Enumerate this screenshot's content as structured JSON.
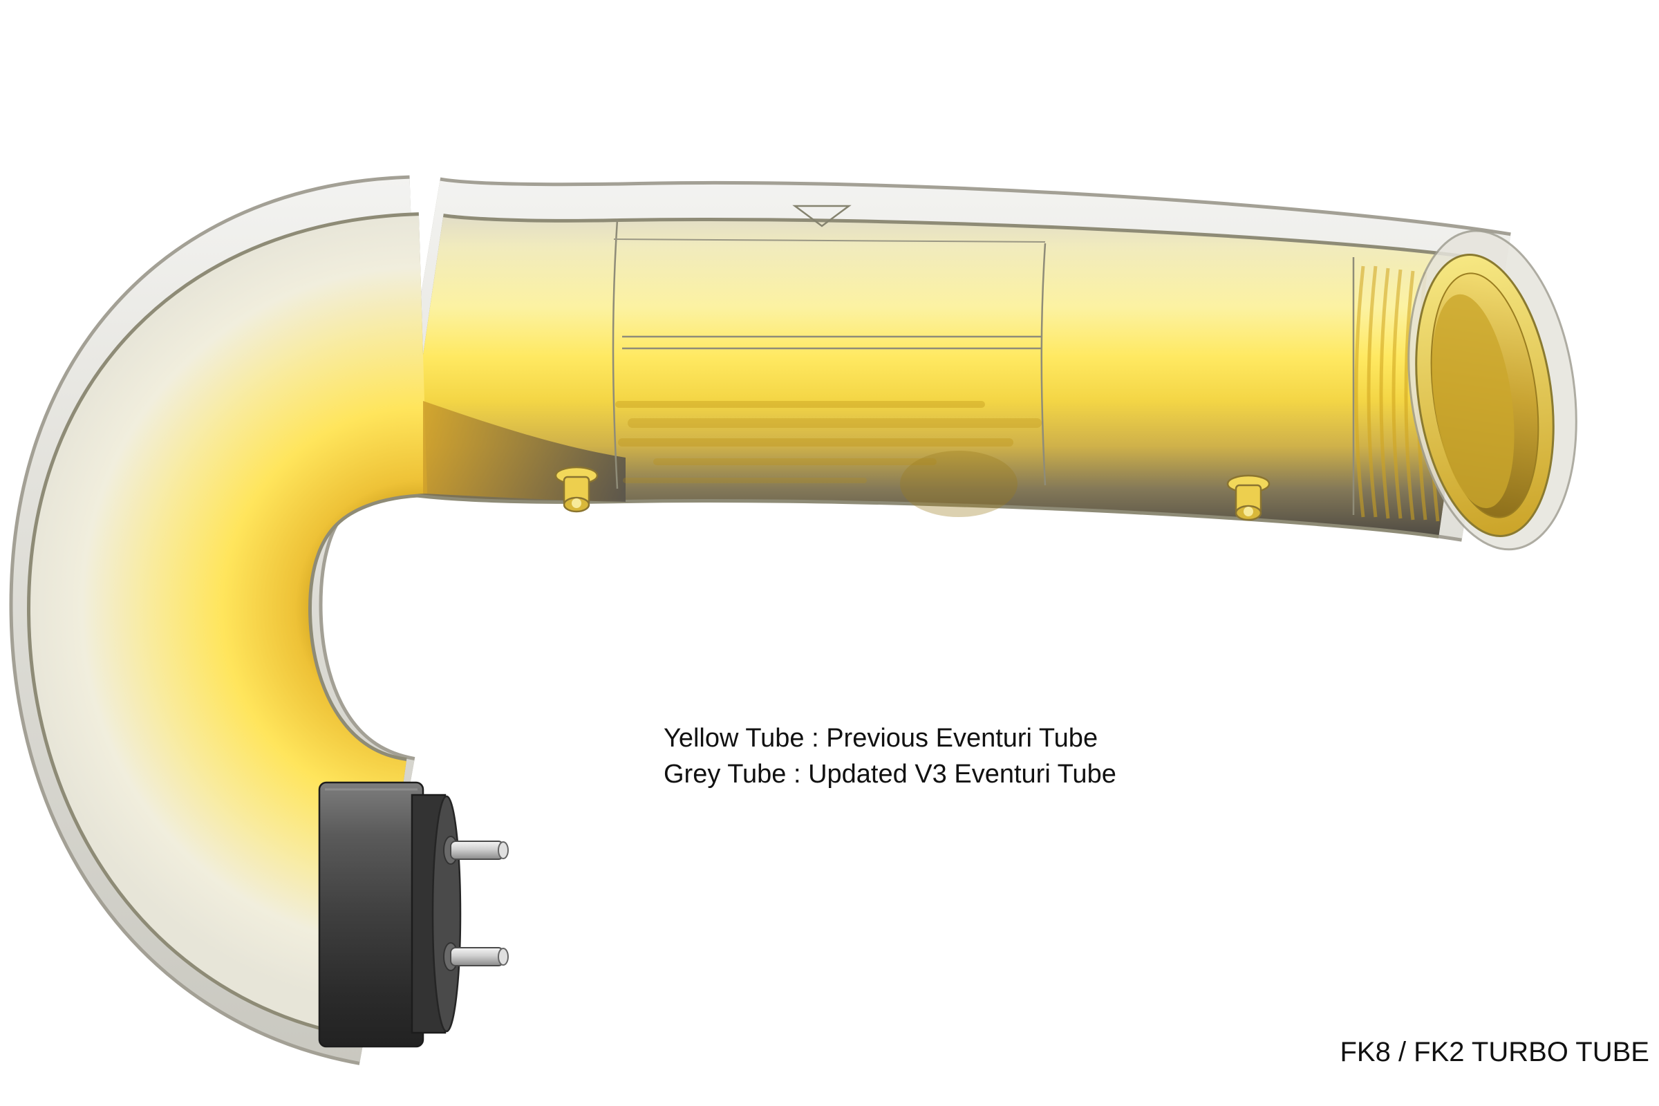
{
  "figure": {
    "background_color": "#ffffff",
    "caption": {
      "line1": "Yellow Tube : Previous Eventuri Tube",
      "line2": "Grey Tube : Updated V3 Eventuri Tube"
    },
    "part_label": "FK8 / FK2 TURBO TUBE",
    "tubes": [
      {
        "name": "yellow-tube",
        "color": "#ffe85e",
        "meaning": "Previous Eventuri Tube"
      },
      {
        "name": "grey-tube",
        "color": "#dcdcd4",
        "meaning": "Updated V3 Eventuri Tube"
      }
    ]
  }
}
